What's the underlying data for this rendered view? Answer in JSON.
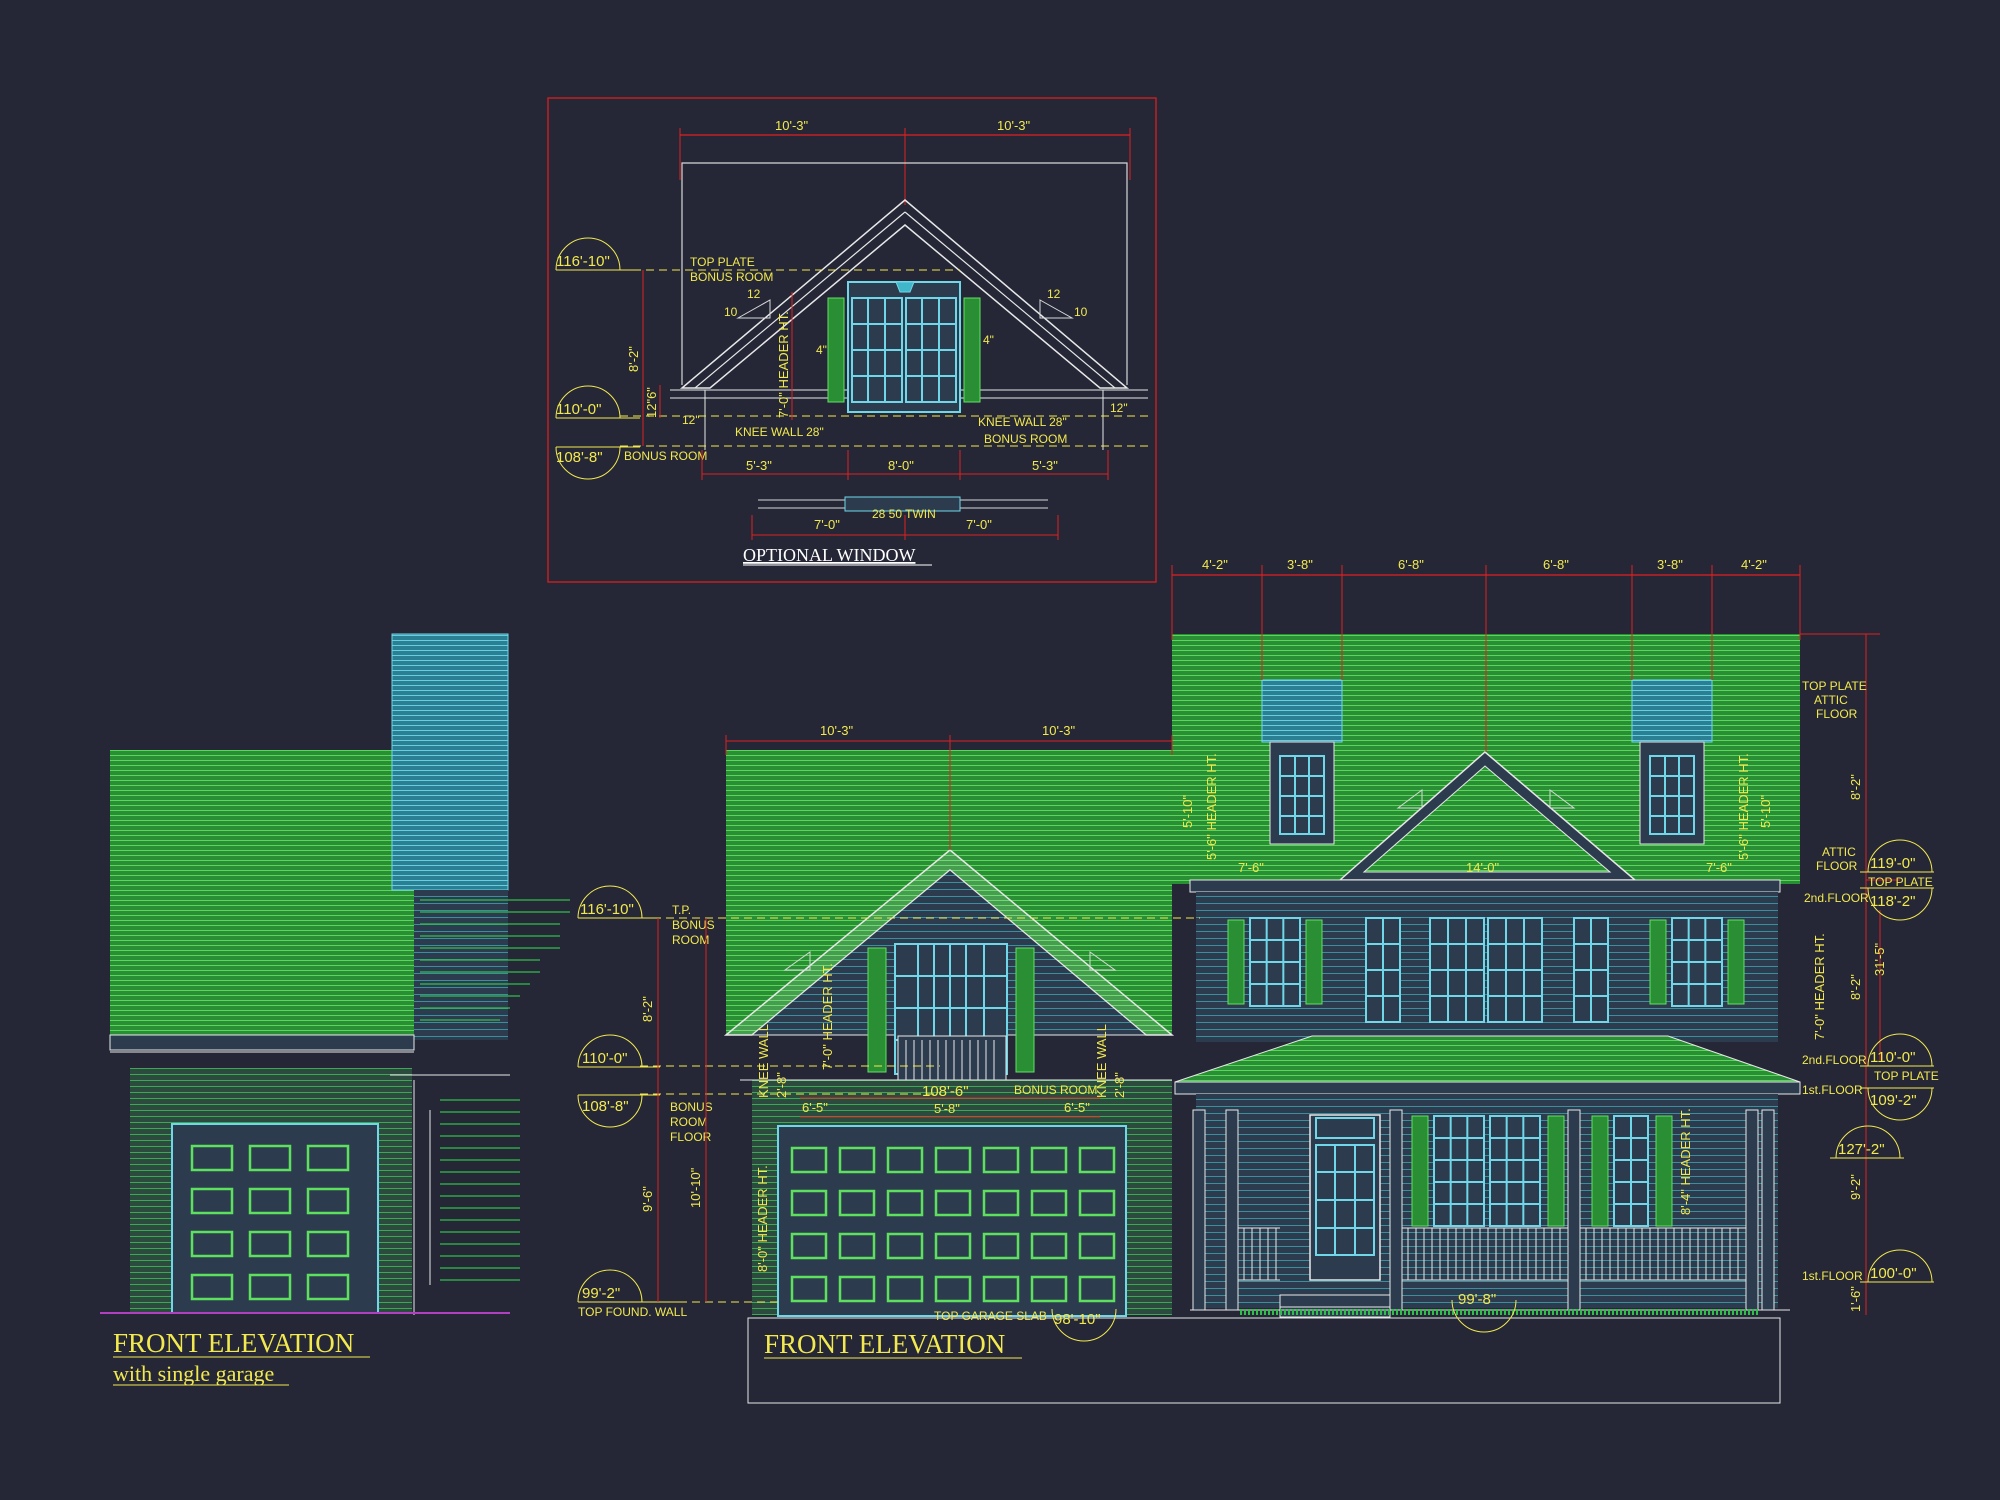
{
  "titles": {
    "optional_window": "OPTIONAL WINDOW",
    "front_elevation": "FRONT ELEVATION",
    "single_garage_title": "FRONT ELEVATION",
    "single_garage_sub": "with single garage"
  },
  "detail": {
    "top_dims": [
      "10'-3\"",
      "10'-3\""
    ],
    "bottom_dims": [
      "5'-3\"",
      "8'-0\"",
      "5'-3\""
    ],
    "twin_dims": [
      "7'-0\"",
      "7'-0\""
    ],
    "twin_label": "28 50 TWIN",
    "elevations": [
      "116'-10\"",
      "110'-0\"",
      "108'-8\""
    ],
    "top_plate": "TOP PLATE",
    "bonus_room": "BONUS ROOM",
    "knee_wall_left": "KNEE WALL 28\"",
    "knee_wall_right": "KNEE WALL 28\"",
    "bonus_room_right": "BONUS ROOM",
    "height_8_2": "8'-2\"",
    "height_12_6": "12\"6\"",
    "header_ht": "7'-0\" HEADER HT.",
    "pitch": "12",
    "pitch_rise": "10",
    "twelve": "12\"",
    "four": "4\""
  },
  "house": {
    "top_dims": [
      "4'-2\"",
      "3'-8\"",
      "6'-8\"",
      "6'-8\"",
      "3'-8\"",
      "4'-2\""
    ],
    "gable_dims": [
      "10'-3\"",
      "10'-3\""
    ],
    "left_elevations": [
      "116'-10\"",
      "110'-0\"",
      "108'-8\"",
      "99'-2\""
    ],
    "right_elevations": [
      "119'-0\"",
      "118'-2\"",
      "110'-0\"",
      "109'-2\"",
      "127'-2\"",
      "100'-0\""
    ],
    "tp": "T.P.",
    "bonus": "BONUS",
    "room": "ROOM",
    "bonus_room_floor": [
      "BONUS",
      "ROOM",
      "FLOOR"
    ],
    "top_found_wall": "TOP FOUND. WALL",
    "top_garage_slab": "TOP GARAGE SLAB",
    "slab_elev": "98'-10\"",
    "porch_elev": "99'-8\"",
    "bonus_room_label": "BONUS ROOM",
    "balcony_elev": "108'-6\"",
    "balcony_dims": [
      "6'-5\"",
      "5'-8\"",
      "6'-5\""
    ],
    "top_plate_attic": [
      "TOP PLATE",
      "ATTIC",
      "FLOOR"
    ],
    "attic_floor": [
      "ATTIC",
      "FLOOR"
    ],
    "top_plate_2nd": [
      "TOP PLATE",
      "2nd.FLOOR"
    ],
    "second_floor": "2nd.FLOOR",
    "top_plate_1st": [
      "TOP PLATE",
      "1st.FLOOR"
    ],
    "first_floor": "1st.FLOOR",
    "roof_dims": [
      "7'-6\"",
      "14'-0\"",
      "7'-6\""
    ],
    "v_dims": [
      "8'-2\"",
      "8'-2\"",
      "31'-5\"",
      "9'-2\"",
      "1'-6\"",
      "8'-2\"",
      "9'-6\"",
      "10'-10\""
    ],
    "header_labels": [
      "5'-6\" HEADER HT.",
      "5'-10\"",
      "7'-0\" HEADER HT.",
      "8'-4\" HEADER HT.",
      "8'-0\" HEADER HT.",
      "7'-0\" HEADER HT.",
      "KNEE WALL",
      "2'-8\""
    ]
  },
  "colors": {
    "background": "#252737",
    "roof_green": "#2d9b3a",
    "siding_cyan": "#3fb6c9",
    "dimension_red": "#e02020",
    "text_yellow": "#f2e94e",
    "outline_white": "#e8e8e8"
  }
}
